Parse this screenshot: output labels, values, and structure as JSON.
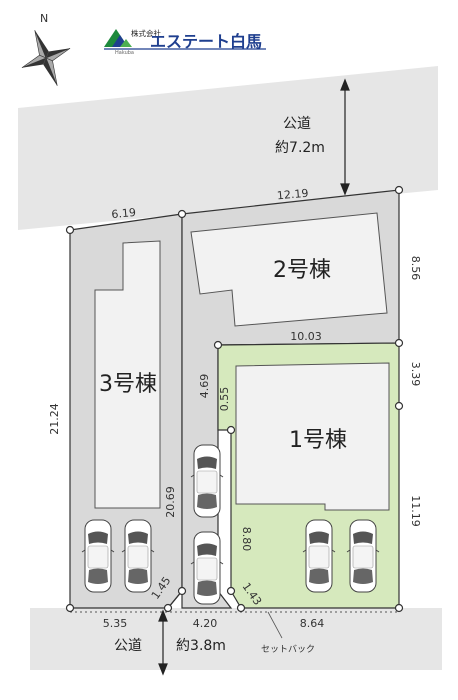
{
  "header": {
    "compass_letter": "N",
    "company_prefix": "株式会社",
    "company_name": "エステート白馬",
    "company_sub": "Hakuba"
  },
  "roads": {
    "north_label": "公道",
    "north_width": "約7.2m",
    "south_label": "公道",
    "south_width": "約3.8m"
  },
  "buildings": {
    "b1": "1号棟",
    "b2": "2号棟",
    "b3": "3号棟"
  },
  "dimensions": {
    "d_6_19": "6.19",
    "d_12_19": "12.19",
    "d_8_56": "8.56",
    "d_10_03": "10.03",
    "d_3_39": "3.39",
    "d_21_24": "21.24",
    "d_4_69": "4.69",
    "d_0_55": "0.55",
    "d_11_19": "11.19",
    "d_20_69": "20.69",
    "d_8_80": "8.80",
    "d_1_45": "1.45",
    "d_1_43": "1.43",
    "d_5_35": "5.35",
    "d_4_20": "4.20",
    "d_8_64": "8.64"
  },
  "setback_label": "セットバック",
  "colors": {
    "road": "#e6e6e6",
    "lot_grey": "#d9d9d9",
    "lot_green": "#d6e9bd",
    "building_fill": "#f2f2f2",
    "line": "#333333",
    "logo_green": "#1e8a3c",
    "logo_blue": "#1f3f8f"
  }
}
